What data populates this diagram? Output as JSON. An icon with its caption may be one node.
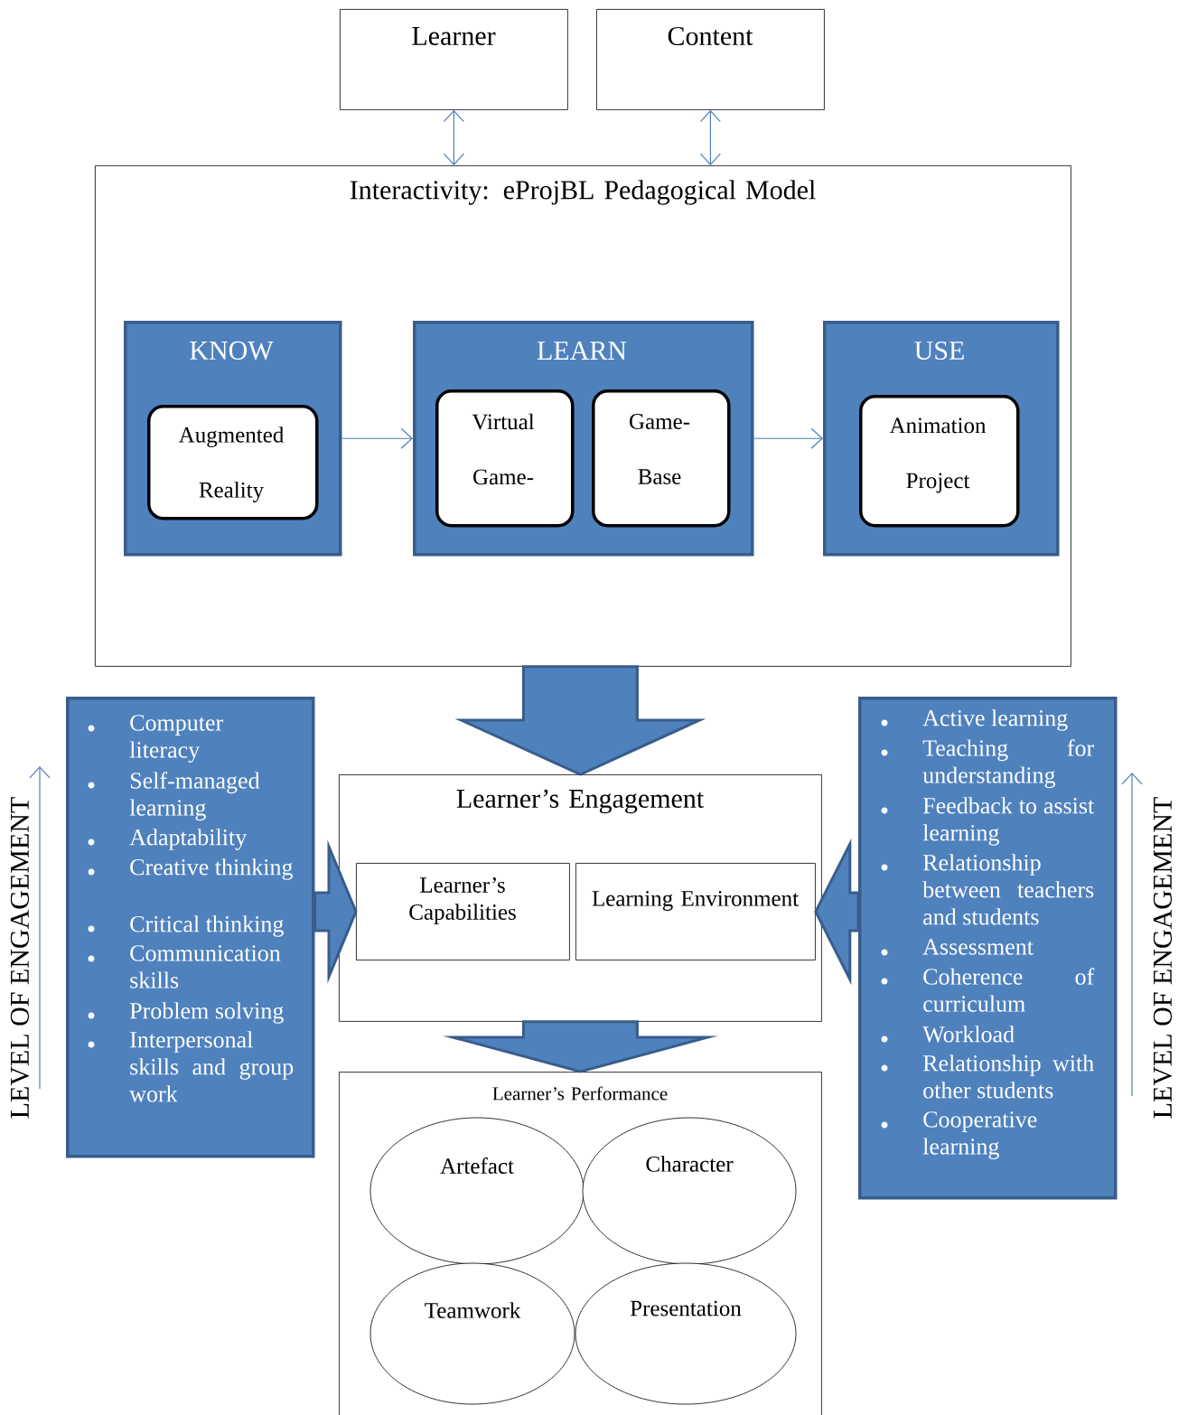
{
  "diagram": {
    "nodes": [
      {
        "text": [
          "Learner"
        ]
      },
      {
        "text": [
          "Content"
        ]
      },
      {
        "text": [
          "Interactivity: eProjBL Pedagogical Model"
        ]
      },
      {
        "text": [
          "KNOW"
        ],
        "in": 2
      },
      {
        "text": [
          "Augmented Reality"
        ],
        "in": 3
      },
      {
        "text": [
          "LEARN"
        ],
        "in": 2
      },
      {
        "text": [
          "Virtual Game-"
        ],
        "in": 5
      },
      {
        "text": [
          "Game- Base"
        ],
        "in": 5
      },
      {
        "text": [
          "USE"
        ],
        "in": 2
      },
      {
        "text": [
          "Animation Project"
        ],
        "in": 8
      },
      {
        "text": [
          "Computer literacy",
          "Self-managed learning",
          "Adaptability",
          "Creative thinking",
          "Critical thinking",
          "Communication skills",
          "Problem solving",
          "Interpersonal skills and group work"
        ]
      },
      {
        "text": [
          "Learner’s Engagement"
        ]
      },
      {
        "text": [
          "Learner’s Capabilities"
        ],
        "in": 11
      },
      {
        "text": [
          "Learning Environment"
        ],
        "in": 11
      },
      {
        "text": [
          "Active learning",
          "Teaching for understanding",
          "Feedback to assist learning",
          "Relationship between teachers and students",
          "Assessment",
          "Coherence of curriculum",
          "Workload",
          "Relationship with other students",
          "Cooperative learning"
        ]
      },
      {
        "text": [
          "Learner’s Performance"
        ]
      },
      {
        "text": [
          "Artefact"
        ],
        "in": 15
      },
      {
        "text": [
          "Character"
        ],
        "in": 15
      },
      {
        "text": [
          "Teamwork"
        ],
        "in": 15
      },
      {
        "text": [
          "Presentation"
        ],
        "in": 15
      }
    ],
    "edges": [
      {
        "from": 0,
        "to": 2,
        "arrow": "both"
      },
      {
        "from": 1,
        "to": 2,
        "arrow": "both"
      },
      {
        "from": 3,
        "to": 5,
        "arrow": "to"
      },
      {
        "from": 5,
        "to": 8,
        "arrow": "to"
      },
      {
        "from": 2,
        "to": 11,
        "arrow": "to",
        "style": "thick"
      },
      {
        "from": 10,
        "to": 12,
        "arrow": "to",
        "style": "thick"
      },
      {
        "from": 14,
        "to": 13,
        "arrow": "to",
        "style": "thick"
      },
      {
        "from": 11,
        "to": 15,
        "arrow": "to",
        "style": "thick"
      }
    ],
    "labels": [
      "LEVEL OF ENGAGEMENT",
      "LEVEL OF ENGAGEMENT"
    ]
  }
}
